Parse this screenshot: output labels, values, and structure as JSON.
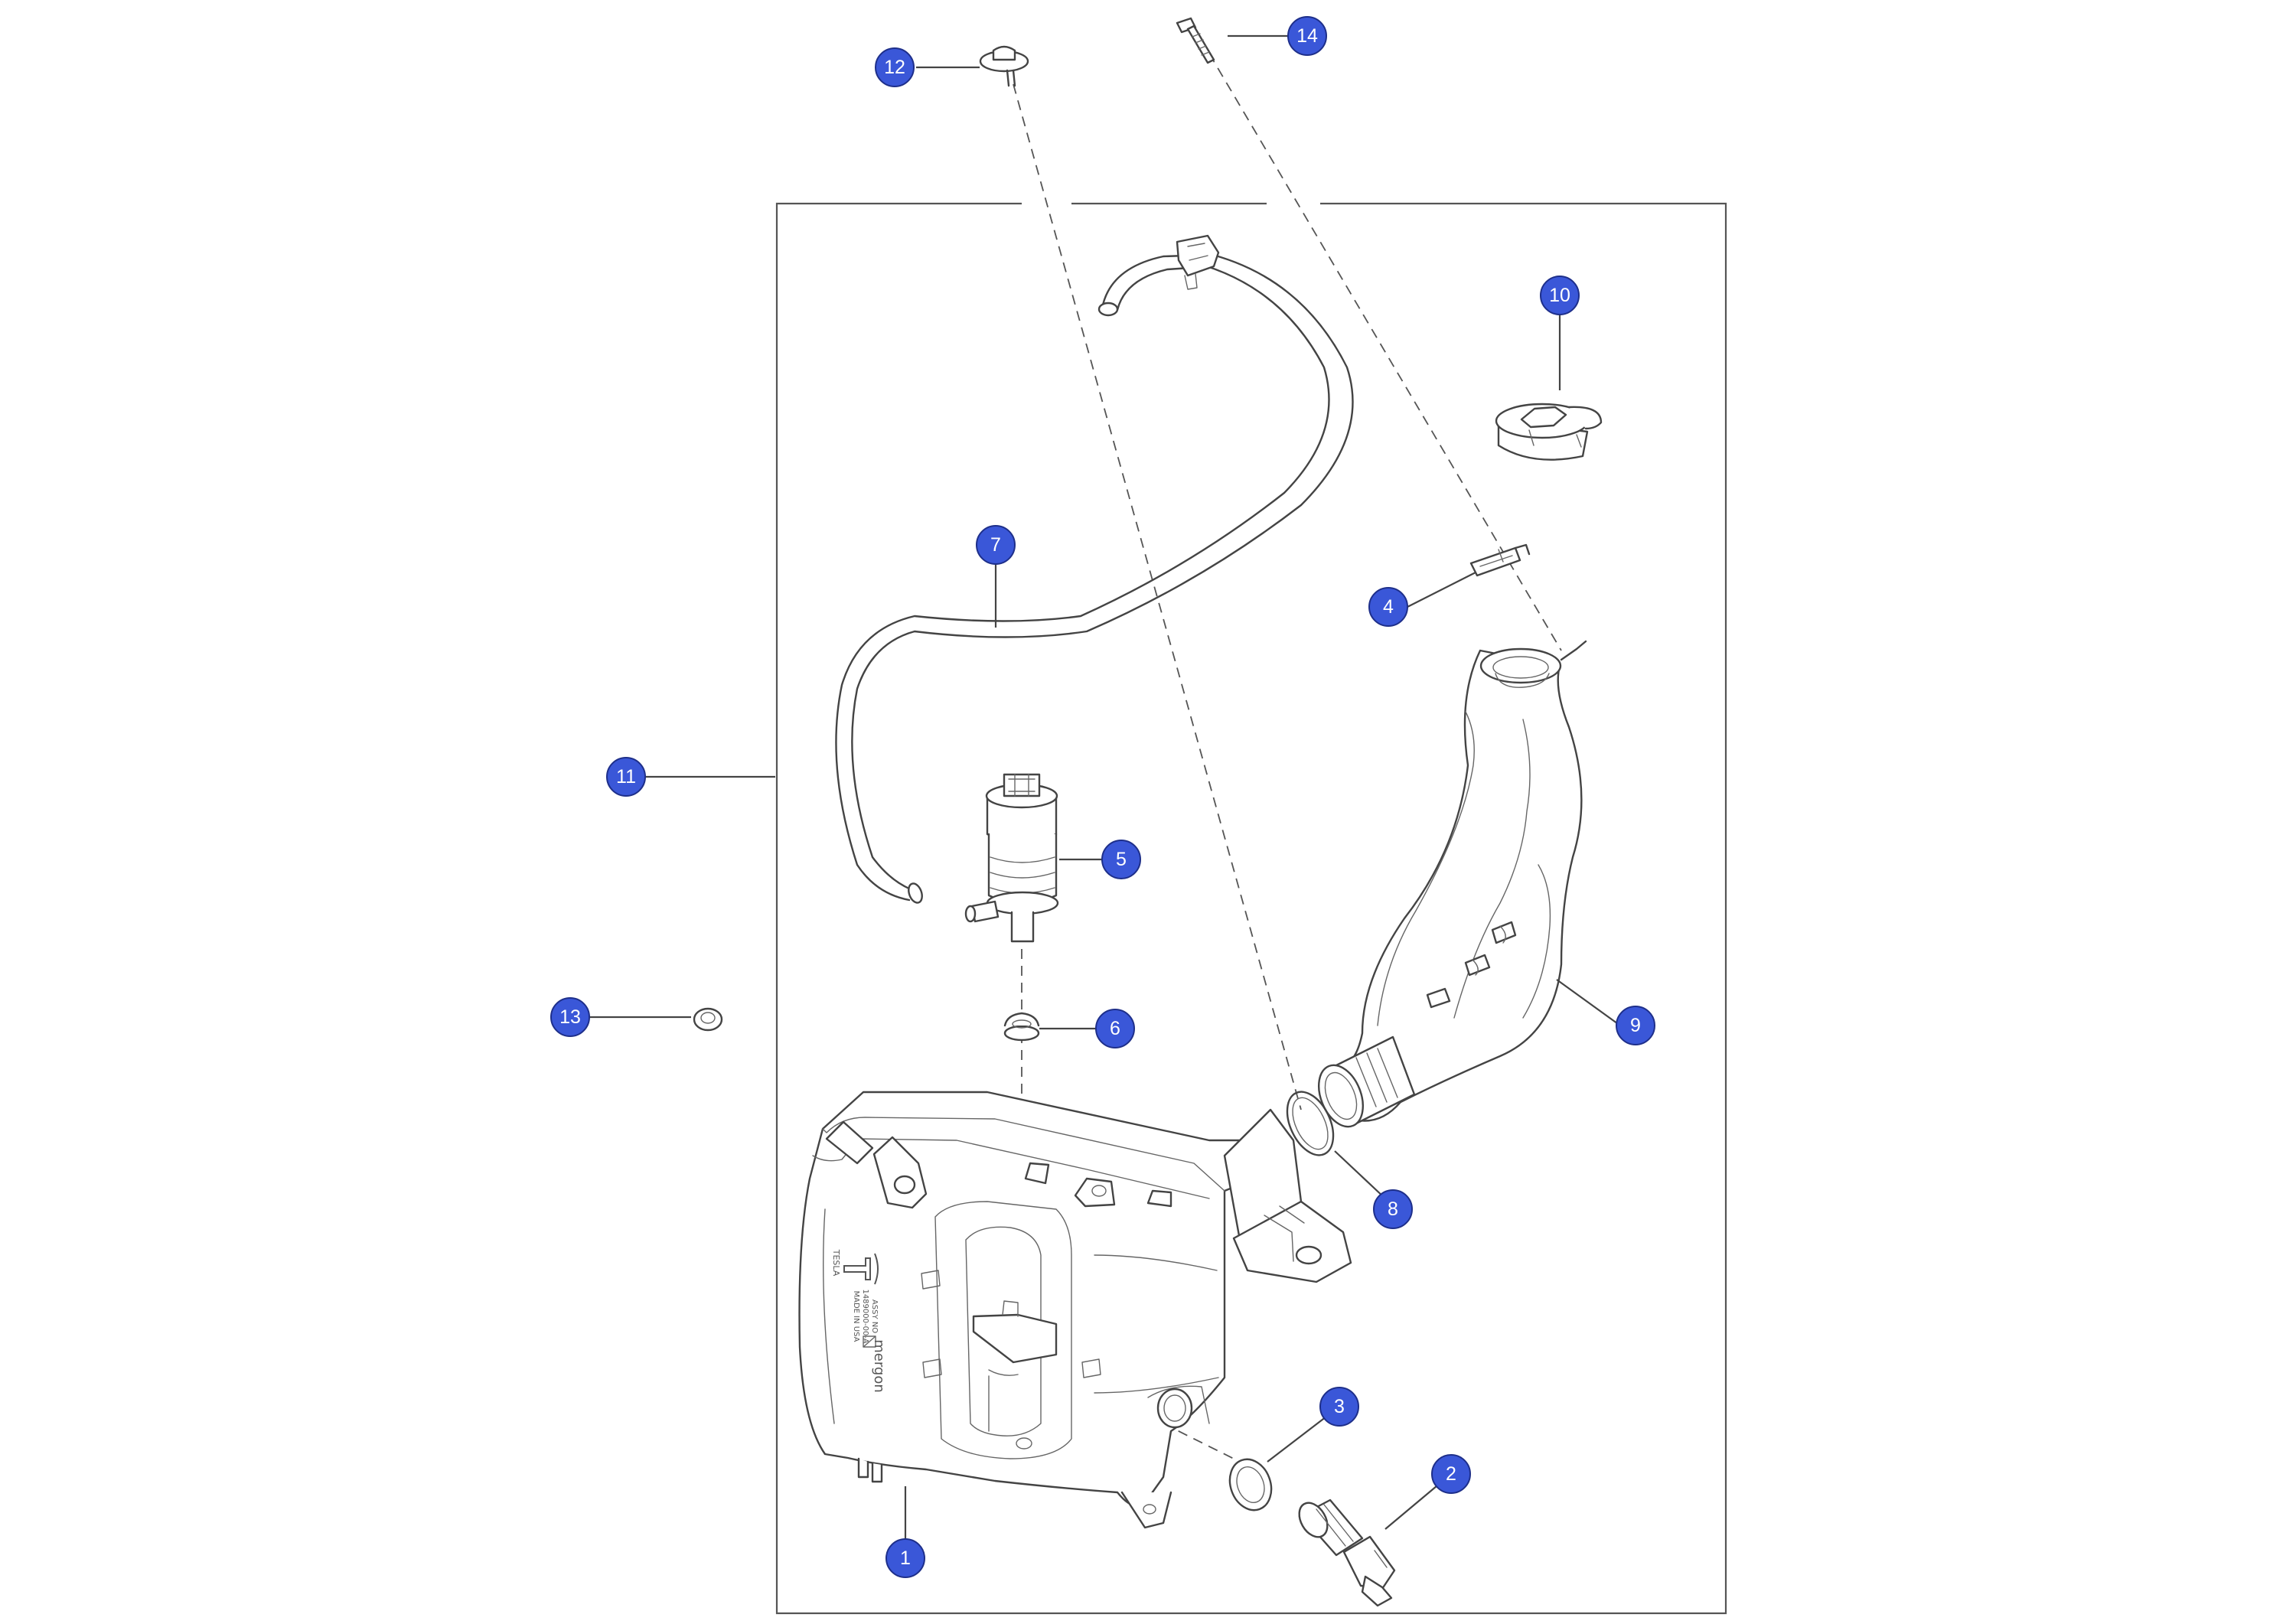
{
  "diagram": {
    "type": "exploded parts illustration",
    "callouts": [
      {
        "id": "c1",
        "label": "1"
      },
      {
        "id": "c2",
        "label": "2"
      },
      {
        "id": "c3",
        "label": "3"
      },
      {
        "id": "c4",
        "label": "4"
      },
      {
        "id": "c5",
        "label": "5"
      },
      {
        "id": "c6",
        "label": "6"
      },
      {
        "id": "c7",
        "label": "7"
      },
      {
        "id": "c8",
        "label": "8"
      },
      {
        "id": "c9",
        "label": "9"
      },
      {
        "id": "c10",
        "label": "10"
      },
      {
        "id": "c11",
        "label": "11"
      },
      {
        "id": "c12",
        "label": "12"
      },
      {
        "id": "c13",
        "label": "13"
      },
      {
        "id": "c14",
        "label": "14"
      }
    ],
    "tank_markings": [
      "TESLA",
      "ASSY NO",
      "1489000-00-A",
      "MADE IN USA",
      "mergon"
    ]
  },
  "colors": {
    "callout_fill": "#3a57d8",
    "callout_text": "#ffffff",
    "line_art": "#444444",
    "background": "#ffffff"
  }
}
